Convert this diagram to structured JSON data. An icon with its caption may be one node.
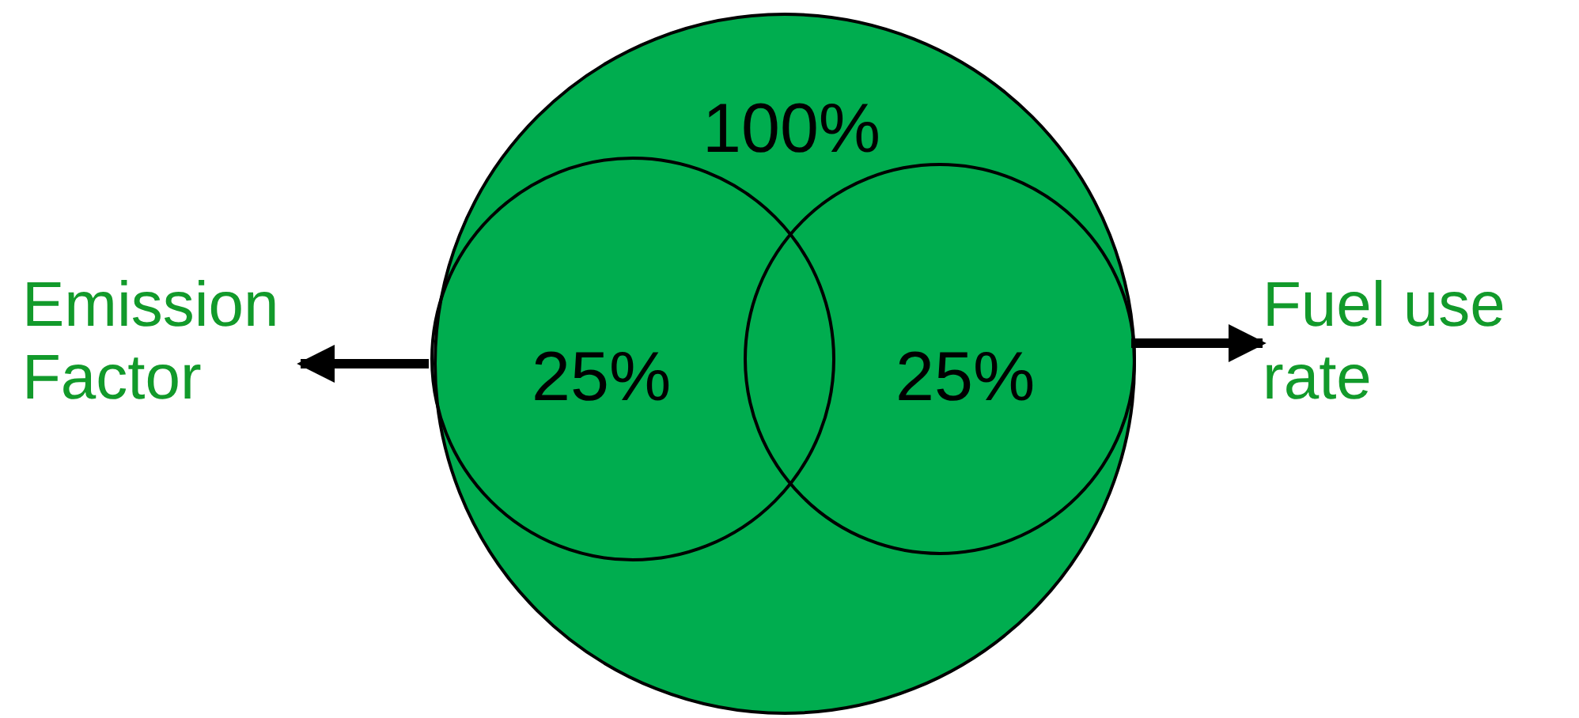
{
  "diagram": {
    "nodes": [
      {
        "text": [
          "100%"
        ]
      },
      {
        "text": [
          "25%"
        ],
        "in": 0
      },
      {
        "text": [
          "25%"
        ],
        "in": 0
      },
      {
        "text": [
          "Emission Factor"
        ]
      },
      {
        "text": [
          "Fuel use rate"
        ]
      }
    ],
    "edges": [
      {
        "from": 1,
        "to": 3,
        "arrow": "to"
      },
      {
        "from": 2,
        "to": 4,
        "arrow": "to"
      }
    ]
  }
}
